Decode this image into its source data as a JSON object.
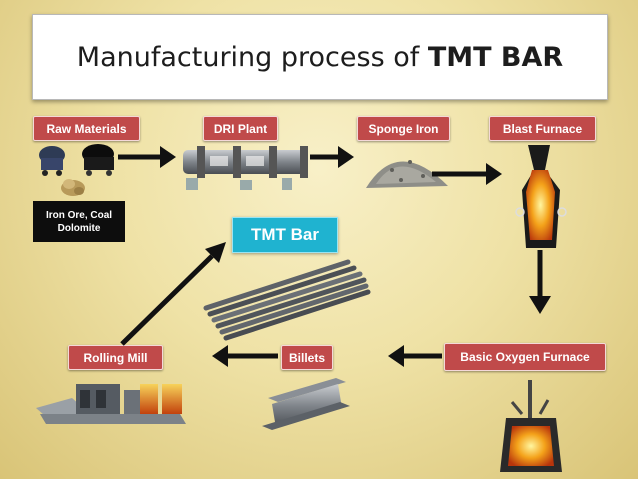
{
  "title": {
    "prefix": "Manufacturing process of ",
    "bold": "TMT BAR"
  },
  "labels": {
    "raw_materials": "Raw Materials",
    "dri_plant": "DRI Plant",
    "sponge_iron": "Sponge Iron",
    "blast_furnace": "Blast Furnace",
    "tmt_bar": "TMT Bar",
    "rolling_mill": "Rolling Mill",
    "billets": "Billets",
    "basic_oxygen_furnace": "Basic Oxygen Furnace"
  },
  "note": {
    "line1": "Iron Ore, Coal",
    "line2": "Dolomite"
  },
  "colors": {
    "label_bg": "#c04a4a",
    "tmt_bg": "#1fb3d0",
    "arrow": "#111111"
  }
}
